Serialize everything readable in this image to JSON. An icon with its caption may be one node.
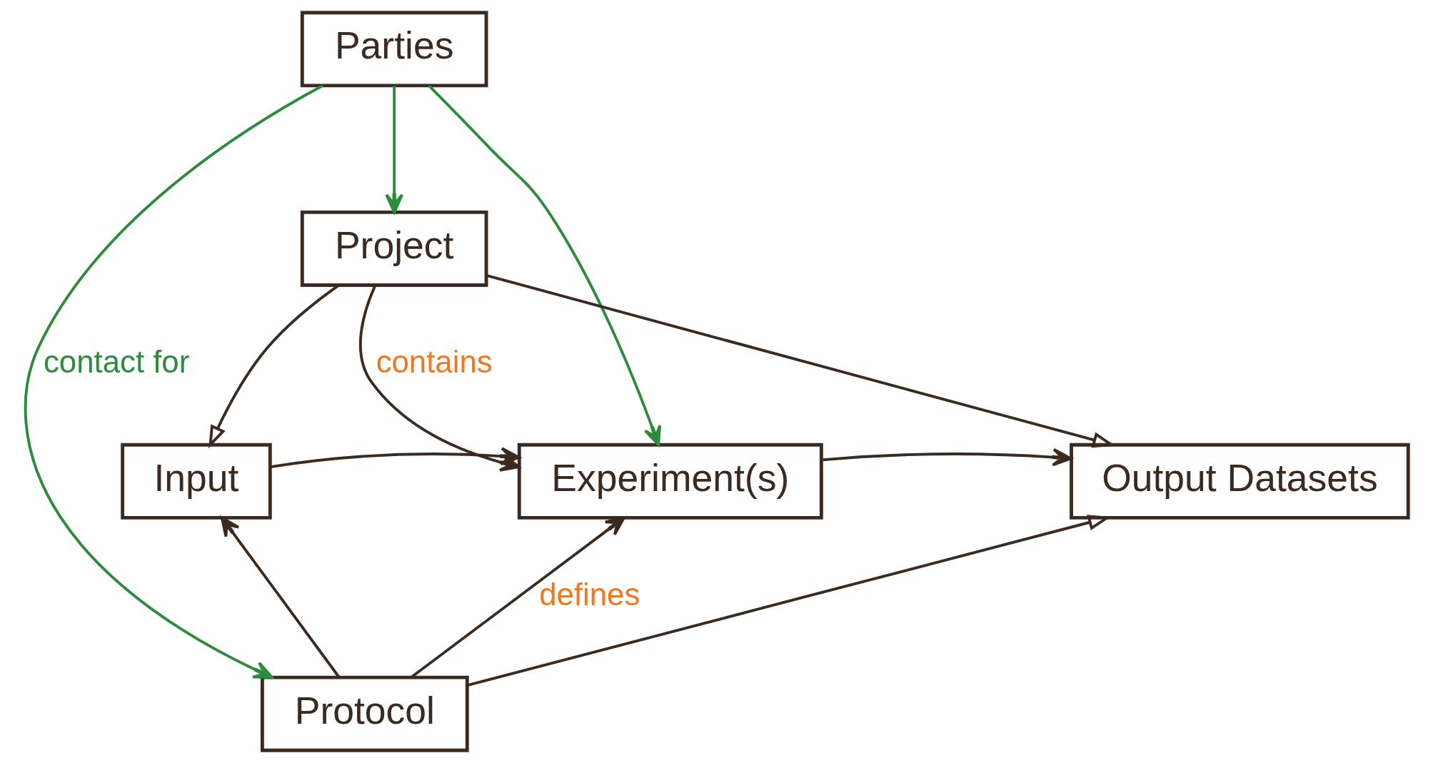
{
  "diagram": {
    "nodes": [
      {
        "text": [
          "Parties"
        ]
      },
      {
        "text": [
          "Project"
        ]
      },
      {
        "text": [
          "Input"
        ]
      },
      {
        "text": [
          "Experiment(s)"
        ]
      },
      {
        "text": [
          "Output Datasets"
        ]
      },
      {
        "text": [
          "Protocol"
        ]
      }
    ],
    "edges": [
      {
        "from": 0,
        "to": 1,
        "arrow": "to",
        "color": "#2e8b3e"
      },
      {
        "from": 0,
        "to": 3,
        "arrow": "to",
        "color": "#2e8b3e"
      },
      {
        "from": 0,
        "to": 5,
        "arrow": "to",
        "color": "#2e8b3e",
        "label": "contact for"
      },
      {
        "from": 1,
        "to": 2,
        "arrow": "to"
      },
      {
        "from": 1,
        "to": 4,
        "arrow": "to"
      },
      {
        "from": 1,
        "to": 3,
        "arrow": "to",
        "label": "contains"
      },
      {
        "from": 2,
        "to": 3,
        "arrow": "to"
      },
      {
        "from": 3,
        "to": 4,
        "arrow": "to"
      },
      {
        "from": 5,
        "to": 3,
        "arrow": "to",
        "label": "defines"
      },
      {
        "from": 5,
        "to": 2,
        "arrow": "to"
      },
      {
        "from": 5,
        "to": 4,
        "arrow": "to"
      }
    ]
  }
}
